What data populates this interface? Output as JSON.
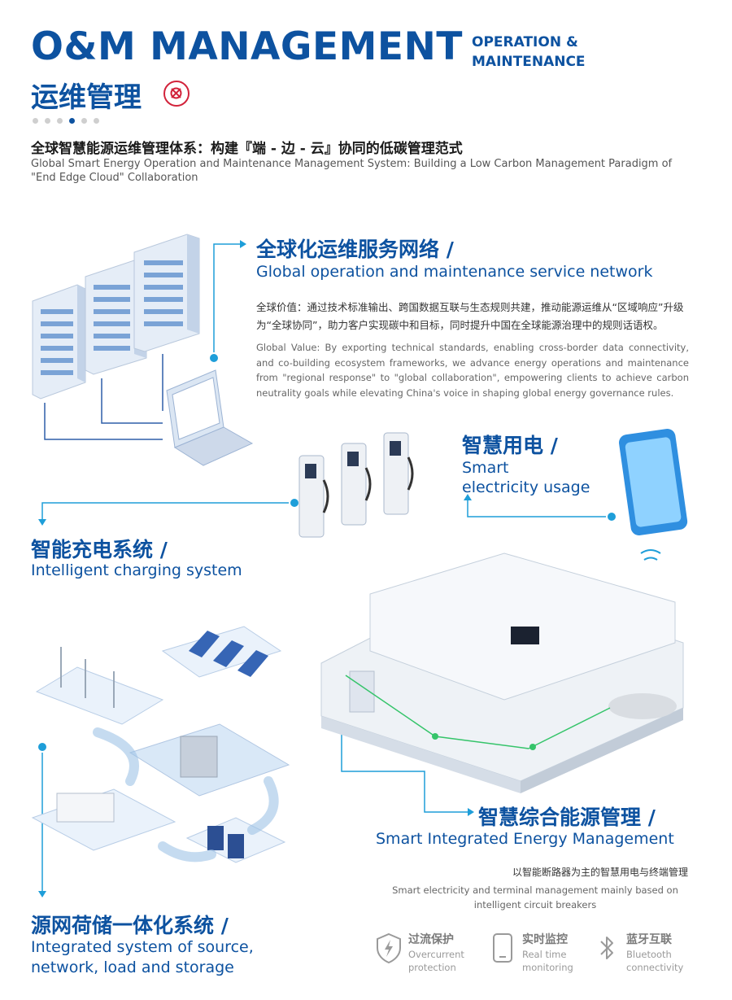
{
  "header": {
    "title_en": "O&M MANAGEMENT",
    "subtitle_line1": "OPERATION &",
    "subtitle_line2": "MAINTENANCE",
    "title_cn": "运维管理",
    "system_title_cn": "全球智慧能源运维管理体系：构建『端 - 边 - 云』协同的低碳管理范式",
    "system_title_en": "Global Smart Energy Operation and Maintenance Management System: Building a Low Carbon Management Paradigm of \"End Edge Cloud\" Collaboration"
  },
  "pager": {
    "count": 6,
    "active_index": 3
  },
  "sections": {
    "global_network": {
      "title_cn": "全球化运维服务网络 /",
      "title_en": "Global operation and maintenance service network",
      "body_cn": "全球价值：通过技术标准输出、跨国数据互联与生态规则共建，推动能源运维从“区域响应”升级为“全球协同”，助力客户实现碳中和目标，同时提升中国在全球能源治理中的规则话语权。",
      "body_en": "Global Value: By exporting technical standards, enabling cross-border data connectivity, and co-building ecosystem frameworks, we advance energy operations and maintenance from \"regional response\" to \"global collaboration\", empowering clients to achieve carbon neutrality goals while elevating China's voice in shaping global energy governance rules."
    },
    "smart_electricity": {
      "title_cn": "智慧用电 /",
      "title_en_line1": "Smart",
      "title_en_line2": "electricity usage"
    },
    "charging": {
      "title_cn": "智能充电系统 /",
      "title_en": "Intelligent charging system"
    },
    "integrated_energy": {
      "title_cn": "智慧综合能源管理 /",
      "title_en": "Smart Integrated Energy Management",
      "desc_cn": "以智能断路器为主的智慧用电与终端管理",
      "desc_en": "Smart electricity and terminal management mainly based on intelligent circuit breakers"
    },
    "source_grid": {
      "title_cn": "源网荷储一体化系统 /",
      "title_en_line1": "Integrated system of source,",
      "title_en_line2": "network, load and storage"
    }
  },
  "features": [
    {
      "icon": "overcurrent-protection-icon",
      "cn": "过流保护",
      "en": "Overcurrent protection"
    },
    {
      "icon": "realtime-monitoring-icon",
      "cn": "实时监控",
      "en": "Real time monitoring"
    },
    {
      "icon": "bluetooth-icon",
      "cn": "蓝牙互联",
      "en": "Bluetooth connectivity"
    }
  ],
  "colors": {
    "brand_blue": "#0d52a0",
    "accent_cyan": "#1e9ed9",
    "accent_green": "#35c46a",
    "logo_red": "#d2233b"
  }
}
